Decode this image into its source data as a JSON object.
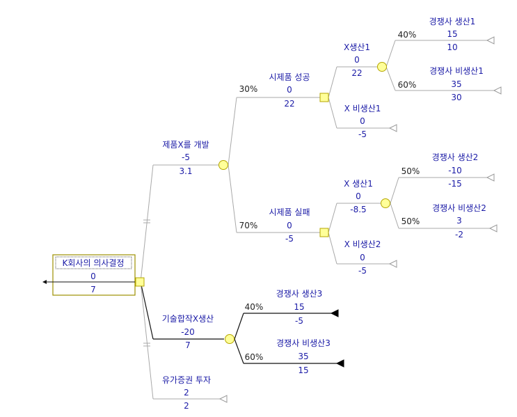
{
  "root": {
    "title": "K회사의 의사결정",
    "payoff": "0",
    "ev": "7"
  },
  "branches": {
    "develop": {
      "label": "제품X를 개발",
      "payoff": "-5",
      "ev": "3.1"
    },
    "success": {
      "label": "시제품 성공",
      "prob": "30%",
      "payoff": "0",
      "ev": "22"
    },
    "fail": {
      "label": "시제품 실패",
      "prob": "70%",
      "payoff": "0",
      "ev": "-5"
    },
    "s_produce": {
      "label": "X생산1",
      "payoff": "0",
      "ev": "22"
    },
    "s_noprod": {
      "label": "X 비생산1",
      "payoff": "0",
      "ev": "-5"
    },
    "f_produce": {
      "label": "X 생산1",
      "payoff": "0",
      "ev": "-8.5"
    },
    "f_noprod": {
      "label": "X 비생산2",
      "payoff": "0",
      "ev": "-5"
    },
    "c1_prod": {
      "label": "경쟁사 생산1",
      "prob": "40%",
      "payoff": "15",
      "ev": "10"
    },
    "c1_noprod": {
      "label": "경쟁사 비생산1",
      "prob": "60%",
      "payoff": "35",
      "ev": "30"
    },
    "c2_prod": {
      "label": "경쟁사 생산2",
      "prob": "50%",
      "payoff": "-10",
      "ev": "-15"
    },
    "c2_noprod": {
      "label": "경쟁사 비생산2",
      "prob": "50%",
      "payoff": "3",
      "ev": "-2"
    },
    "jv": {
      "label": "기술합작X생산",
      "payoff": "-20",
      "ev": "7"
    },
    "c3_prod": {
      "label": "경쟁사 생산3",
      "prob": "40%",
      "payoff": "15",
      "ev": "-5"
    },
    "c3_noprod": {
      "label": "경쟁사 비생산3",
      "prob": "60%",
      "payoff": "35",
      "ev": "15"
    },
    "securities": {
      "label": "유가증권 투자",
      "payoff": "2",
      "ev": "2"
    }
  },
  "colors": {
    "text": "#1a1aa6",
    "node_fill": "#ffff99",
    "node_stroke": "#b5a600",
    "branch": "#a8a8a8",
    "optimal": "#111111"
  }
}
